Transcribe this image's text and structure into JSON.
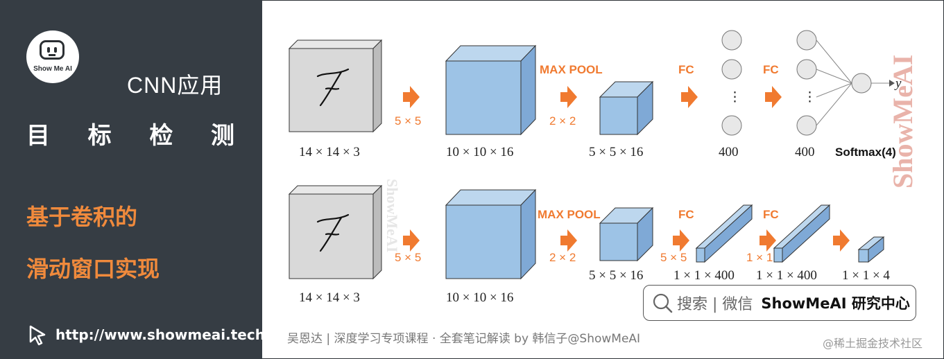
{
  "left": {
    "logo_text": "Show Me AI",
    "cnn_title": "CNN应用",
    "detection_chars": [
      "目",
      "标",
      "检",
      "测"
    ],
    "subtitle_line1": "基于卷积的",
    "subtitle_line2": "滑动窗口实现",
    "url": "http://www.showmeai.tech/"
  },
  "diagram": {
    "row1": {
      "input_label": "14 × 14 × 3",
      "conv_label": "5 × 5",
      "vol1_label": "10 × 10 × 16",
      "pool_op": "MAX POOL",
      "pool_size": "2 × 2",
      "vol2_label": "5 × 5 × 16",
      "fc1_op": "FC",
      "fc1_label": "400",
      "fc2_op": "FC",
      "fc2_label": "400",
      "output_label": "Softmax(4)",
      "output_var": "y",
      "dots": "⋮"
    },
    "row2": {
      "input_label": "14 × 14 × 3",
      "conv_label": "5 × 5",
      "vol1_label": "10 × 10 × 16",
      "pool_op": "MAX POOL",
      "pool_size": "2 × 2",
      "vol2_label": "5 × 5 × 16",
      "fc1_op": "FC",
      "fc1_size": "5 × 5",
      "vol3_label": "1 × 1 × 400",
      "fc2_op": "FC",
      "fc2_size": "1 × 1",
      "vol4_label": "1 × 1 × 400",
      "vol5_label": "1 × 1 × 4"
    }
  },
  "search": {
    "label": "搜索 | 微信",
    "brand": "ShowMeAI 研究中心"
  },
  "footer": "吴恩达 | 深度学习专项课程 · 全套笔记解读  by 韩信子@ShowMeAI",
  "juejin": "@稀土掘金技术社区",
  "watermark": "ShowMeAI",
  "colors": {
    "panel": "#363d44",
    "accent_orange": "#f07a30",
    "cube_blue": "#9dc3e6",
    "cube_gray": "#d9d9d9"
  }
}
